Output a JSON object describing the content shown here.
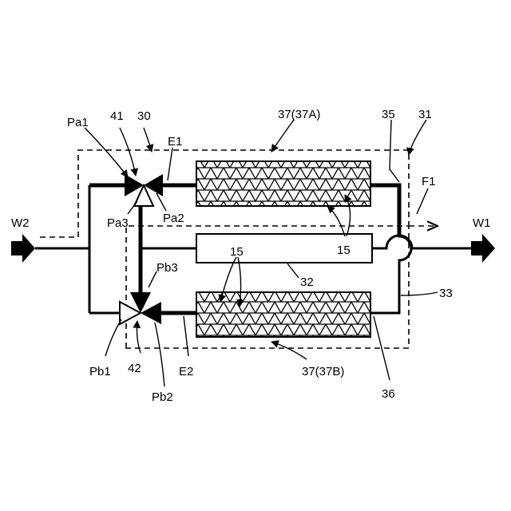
{
  "labels": {
    "w2": "W2",
    "w1": "W1",
    "pa1": "Pa1",
    "n41": "41",
    "n30": "30",
    "e1": "E1",
    "n37a": "37(37A)",
    "n35": "35",
    "n31": "31",
    "f1": "F1",
    "pa3": "Pa3",
    "pa2": "Pa2",
    "n15_top": "15",
    "n15_mid": "15",
    "pb3": "Pb3",
    "n32": "32",
    "n33": "33",
    "pb1": "Pb1",
    "n42": "42",
    "pb2": "Pb2",
    "e2": "E2",
    "n37b": "37(37B)",
    "n36": "36"
  }
}
